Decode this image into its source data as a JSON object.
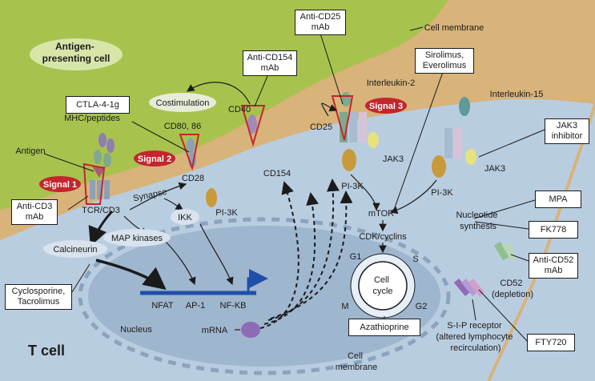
{
  "colors": {
    "apc_green": "#a8c24e",
    "tcell_blue": "#b9cde0",
    "membrane_tan": "#d8b37a",
    "nucleus_blue": "#9fb6cf",
    "signal_red": "#c1272d",
    "arrow_blue": "#1f4fa8"
  },
  "regions": {
    "apc": "Antigen-\npresenting cell",
    "costimulation": "Costimulation",
    "tcell": "T cell",
    "nucleus": "Nucleus",
    "cell_membrane_top": "Cell membrane",
    "cell_membrane_bottom": "Cell\nmembrane"
  },
  "signals": [
    "Signal 1",
    "Signal 2",
    "Signal 3"
  ],
  "molecules": {
    "antigen": "Antigen",
    "mhc": "MHC/peptides",
    "cd80": "CD80, 86",
    "cd28": "CD28",
    "cd40": "CD40",
    "cd154": "CD154",
    "il2": "Interleukin-2",
    "cd25": "CD25",
    "il15": "Interleukin-15",
    "jak3_a": "JAK3",
    "jak3_b": "JAK3",
    "pi3k_a": "PI-3K",
    "pi3k_b": "PI-3K",
    "pi3k_c": "PI-3K",
    "tcr": "TCR/CD3",
    "synapse": "Synapse",
    "ikk": "IKK",
    "map": "MAP kinases",
    "calcineurin": "Calcineurin",
    "nfat": "NFAT",
    "ap1": "AP-1",
    "nfkb": "NF-KB",
    "mrna": "mRNA",
    "mtor": "mTOR",
    "cdk": "CDK/cyclins",
    "nucleotide": "Nucleotide\nsynthesis",
    "cycle": "Cell\ncycle",
    "g1": "G1",
    "s": "S",
    "g2": "G2",
    "m": "M",
    "cd52": "CD52\n(depletion)",
    "s1p": "S-I-P receptor\n(altered lymphocyte\nrecirculation)"
  },
  "drugs": {
    "anti_cd25": "Anti-CD25\nmAb",
    "anti_cd154": "Anti-CD154\nmAb",
    "ctla4": "CTLA-4-1g",
    "anti_cd3": "Anti-CD3\nmAb",
    "sirolimus": "Sirolimus,\nEverolimus",
    "jak3_inhibitor": "JAK3\ninhibitor",
    "mpa": "MPA",
    "fk778": "FK778",
    "anti_cd52": "Anti-CD52\nmAb",
    "cyclosporine": "Cyclosporine,\nTacrolimus",
    "azathioprine": "Azathioprine",
    "fty720": "FTY720"
  }
}
